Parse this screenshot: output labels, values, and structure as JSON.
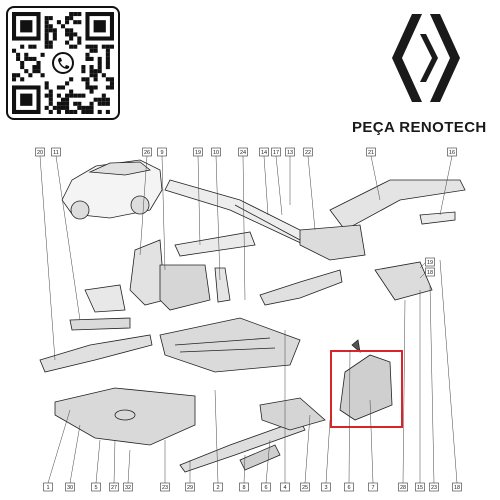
{
  "brand": {
    "name": "PEÇA RENOTECH",
    "logo_icon": "renault-diamond-logo",
    "qr_icon": "whatsapp-icon"
  },
  "callouts": {
    "top": [
      "20",
      "11",
      "26",
      "9",
      "19",
      "10",
      "24",
      "14",
      "17",
      "13",
      "22",
      "21",
      "16"
    ],
    "right": [
      "19",
      "18"
    ],
    "bottom": [
      "1",
      "30",
      "5",
      "27",
      "32",
      "23",
      "29",
      "2",
      "8",
      "6",
      "4",
      "25",
      "3",
      "6",
      "7",
      "28",
      "15",
      "23",
      "18"
    ]
  },
  "highlight_color": "#d9252a"
}
